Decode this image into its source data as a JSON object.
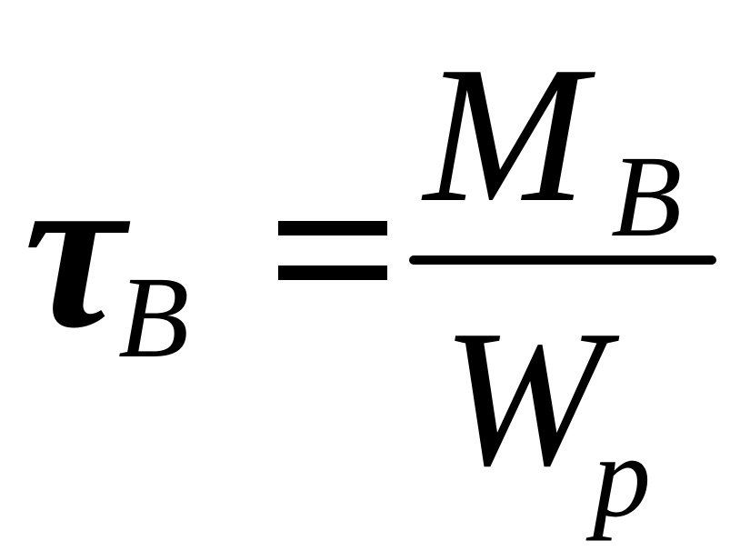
{
  "formula": {
    "lhs": {
      "symbol": "τ",
      "subscript": "B"
    },
    "relation": "=",
    "rhs": {
      "numerator": {
        "symbol": "M",
        "subscript": "B"
      },
      "denominator": {
        "symbol": "W",
        "subscript": "p"
      }
    }
  }
}
